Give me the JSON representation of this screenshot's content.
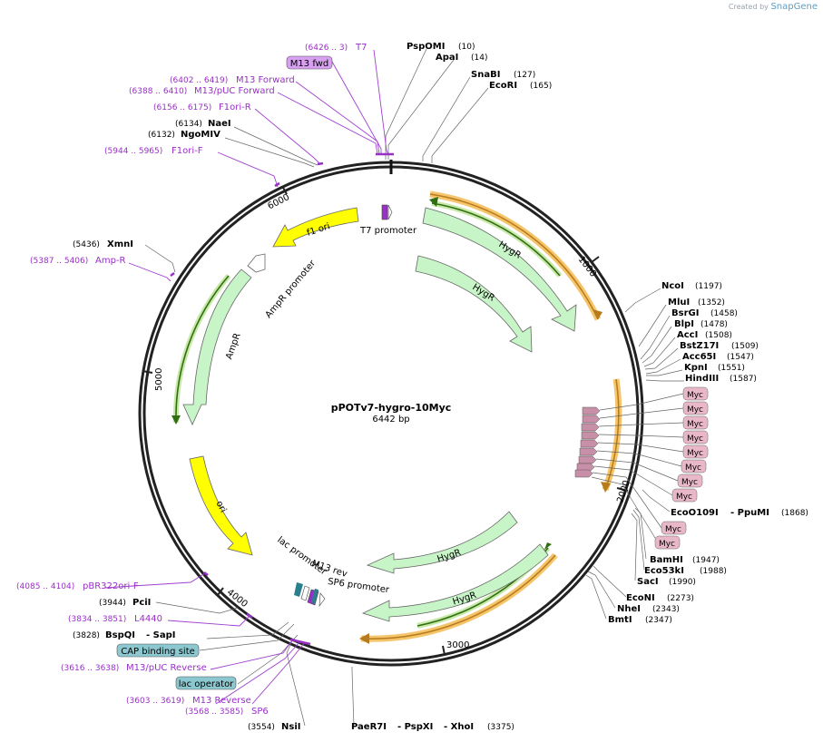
{
  "credit": {
    "prefix": "Created by",
    "brand": "SnapGene"
  },
  "plasmid": {
    "name": "pPOTv7-hygro-10Myc",
    "size": "6442 bp"
  },
  "ticks": [
    "1000",
    "2000",
    "3000",
    "4000",
    "5000",
    "6000"
  ],
  "sites_right": [
    {
      "name": "PspOMI",
      "pos": "(10)"
    },
    {
      "name": "ApaI",
      "pos": "(14)"
    },
    {
      "name": "SnaBI",
      "pos": "(127)"
    },
    {
      "name": "EcoRI",
      "pos": "(165)"
    },
    {
      "name": "NcoI",
      "pos": "(1197)"
    },
    {
      "name": "MluI",
      "pos": "(1352)"
    },
    {
      "name": "BsrGI",
      "pos": "(1458)"
    },
    {
      "name": "BlpI",
      "pos": "(1478)"
    },
    {
      "name": "AccI",
      "pos": "(1508)"
    },
    {
      "name": "BstZ17I",
      "pos": "(1509)"
    },
    {
      "name": "Acc65I",
      "pos": "(1547)"
    },
    {
      "name": "KpnI",
      "pos": "(1551)"
    },
    {
      "name": "HindIII",
      "pos": "(1587)"
    },
    {
      "name": "EcoO109I",
      "pos": "(1868)",
      "extra": "- PpuMI"
    },
    {
      "name": "BamHI",
      "pos": "(1947)"
    },
    {
      "name": "Eco53kI",
      "pos": "(1988)"
    },
    {
      "name": "SacI",
      "pos": "(1990)"
    },
    {
      "name": "EcoNI",
      "pos": "(2273)"
    },
    {
      "name": "NheI",
      "pos": "(2343)"
    },
    {
      "name": "BmtI",
      "pos": "(2347)"
    }
  ],
  "sites_left": [
    {
      "name": "NaeI",
      "pos": "(6134)"
    },
    {
      "name": "NgoMIV",
      "pos": "(6132)"
    },
    {
      "name": "XmnI",
      "pos": "(5436)"
    },
    {
      "name": "PciI",
      "pos": "(3944)"
    },
    {
      "name": "BspQI",
      "pos": "(3828)",
      "extra": "- SapI"
    },
    {
      "name": "NsiI",
      "pos": "(3554)"
    }
  ],
  "site_bottom": {
    "name": "PaeR7I",
    "extra1": "- PspXI",
    "extra2": "- XhoI",
    "pos": "(3375)"
  },
  "primers": [
    {
      "name": "T7",
      "range": "(6426 .. 3)"
    },
    {
      "name": "M13 Forward",
      "range": "(6402 .. 6419)"
    },
    {
      "name": "M13/pUC Forward",
      "range": "(6388 .. 6410)"
    },
    {
      "name": "F1ori-R",
      "range": "(6156 .. 6175)"
    },
    {
      "name": "F1ori-F",
      "range": "(5944 .. 5965)"
    },
    {
      "name": "Amp-R",
      "range": "(5387 .. 5406)"
    },
    {
      "name": "pBR322ori-F",
      "range": "(4085 .. 4104)"
    },
    {
      "name": "L4440",
      "range": "(3834 .. 3851)"
    },
    {
      "name": "M13/pUC Reverse",
      "range": "(3616 .. 3638)"
    },
    {
      "name": "M13 Reverse",
      "range": "(3603 .. 3619)"
    },
    {
      "name": "SP6",
      "range": "(3568 .. 3585)"
    }
  ],
  "boxed": {
    "m13fwd": "M13 fwd",
    "cap": "CAP binding site",
    "lac_op": "lac operator",
    "myc": [
      "Myc",
      "Myc",
      "Myc",
      "Myc",
      "Myc",
      "Myc",
      "Myc",
      "Myc",
      "Myc",
      "Myc"
    ]
  },
  "features": {
    "t7_promoter": "T7 promoter",
    "hygr": "HygR",
    "f1_ori": "f1 ori",
    "ampr_promoter": "AmpR promoter",
    "ampr": "AmpR",
    "ori": "ori",
    "lac_promoter": "lac promoter",
    "m13_rev": "M13 rev",
    "sp6_promoter": "SP6 promoter"
  },
  "colors": {
    "backbone": "#222222",
    "marker_green": "#c8f5c8",
    "origin_yellow": "#ffff00",
    "primer_purple": "#9a2fc8",
    "orf_orange": "#f6c46a",
    "orf_green": "#3a8a1c",
    "myc_pink": "#e8b8c8",
    "lac_blue": "#8cc8d0"
  }
}
